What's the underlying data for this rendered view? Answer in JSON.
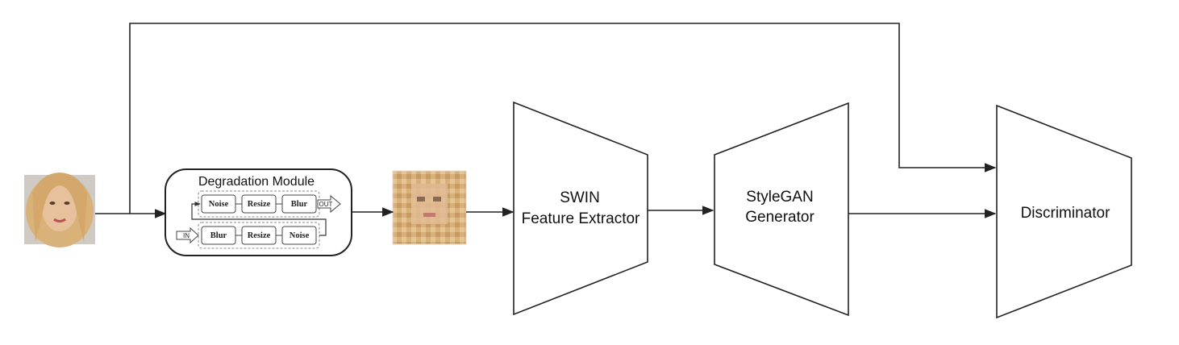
{
  "degradation_module": {
    "title": "Degradation Module",
    "top_row": [
      "Noise",
      "Resize",
      "Blur"
    ],
    "bottom_row": [
      "Blur",
      "Resize",
      "Noise"
    ],
    "in_label": "IN",
    "out_label": "OUT"
  },
  "extractor": {
    "line1": "SWIN",
    "line2": "Feature Extractor"
  },
  "generator": {
    "line1": "StyleGAN",
    "line2": "Generator"
  },
  "discriminator": {
    "label": "Discriminator"
  },
  "colors": {
    "stroke": "#222222",
    "background": "#ffffff",
    "skin": "#e7c09c",
    "hair": "#d9b27a"
  }
}
